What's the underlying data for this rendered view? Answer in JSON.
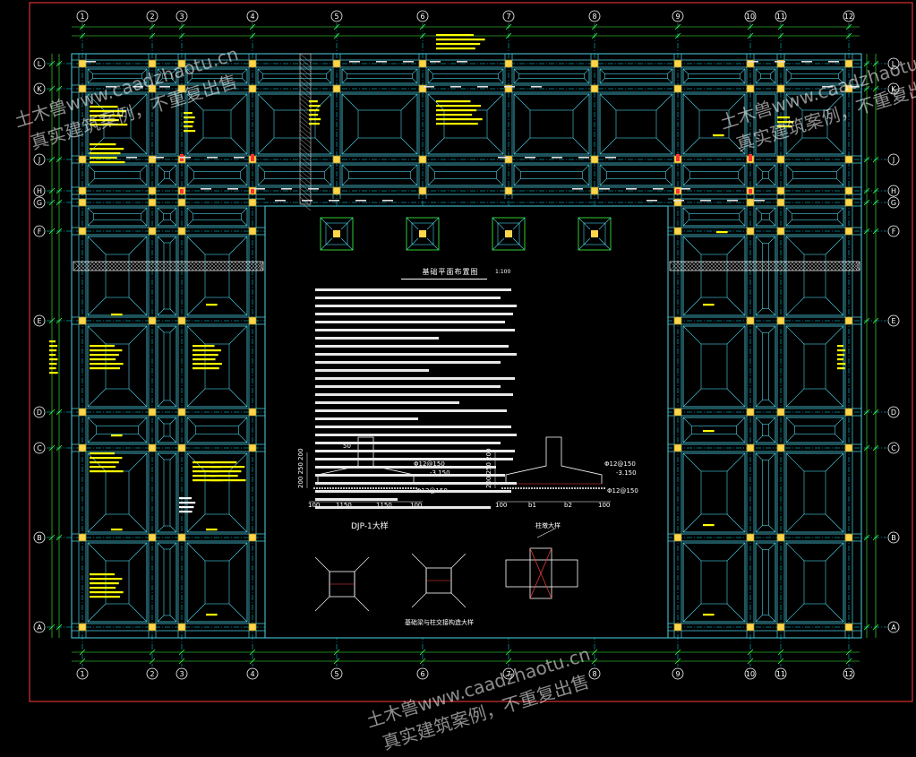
{
  "drawing": {
    "background": "#000000",
    "border_color": "#ff3b3b",
    "grid_line_color": "#00e5ff",
    "beam_color": "#4ad3e8",
    "column_color": "#ffd54a",
    "annotation_color": "#ffff00",
    "hatch_color": "#ffffff",
    "dim_color": "#3cff3c"
  },
  "grid_axes": {
    "numbered_top": [
      "1",
      "2",
      "3",
      "4",
      "5",
      "6",
      "7",
      "8",
      "9",
      "10",
      "11",
      "12"
    ],
    "numbered_bottom": [
      "1",
      "2",
      "3",
      "4",
      "5",
      "6",
      "7",
      "8",
      "9",
      "10",
      "11",
      "12"
    ],
    "lettered_left": [
      "L",
      "K",
      "J",
      "H",
      "G",
      "F",
      "E",
      "D",
      "C",
      "B",
      "A"
    ],
    "lettered_right": [
      "L",
      "K",
      "J",
      "H",
      "G",
      "F",
      "E",
      "D",
      "C",
      "B",
      "A"
    ]
  },
  "watermarks": [
    {
      "line1": "土木兽www.caadzhaotu.cn",
      "line2": "真实建筑案例，不重复出售"
    },
    {
      "line1": "土木兽www.caadzhaotu.cn",
      "line2": "真实建筑案例，不重复出售"
    },
    {
      "line1": "土木兽www.caadzhaotu.cn",
      "line2": "真实建筑案例，不重复出售"
    }
  ],
  "plan_title": "基础平面布置图",
  "plan_scale": "1:100",
  "detail_titles": {
    "djp": "DJP-1大样",
    "column": "柱墩大样",
    "joint": "基础梁与柱交接构造大样"
  },
  "detail_dims": {
    "left": {
      "top": "50",
      "left_vert": "200 250 200",
      "bottom": [
        "100",
        "1150",
        "1150",
        "100"
      ],
      "rebar_top": "Φ12@150",
      "rebar_bottom": "Φ12@150",
      "level": "-3.150"
    },
    "right": {
      "left_vert": "200 250 200",
      "bottom": [
        "100",
        "b1",
        "b2",
        "100"
      ],
      "rebar_top": "Φ12@150",
      "rebar_bottom": "Φ12@150",
      "level": "-3.150"
    }
  }
}
